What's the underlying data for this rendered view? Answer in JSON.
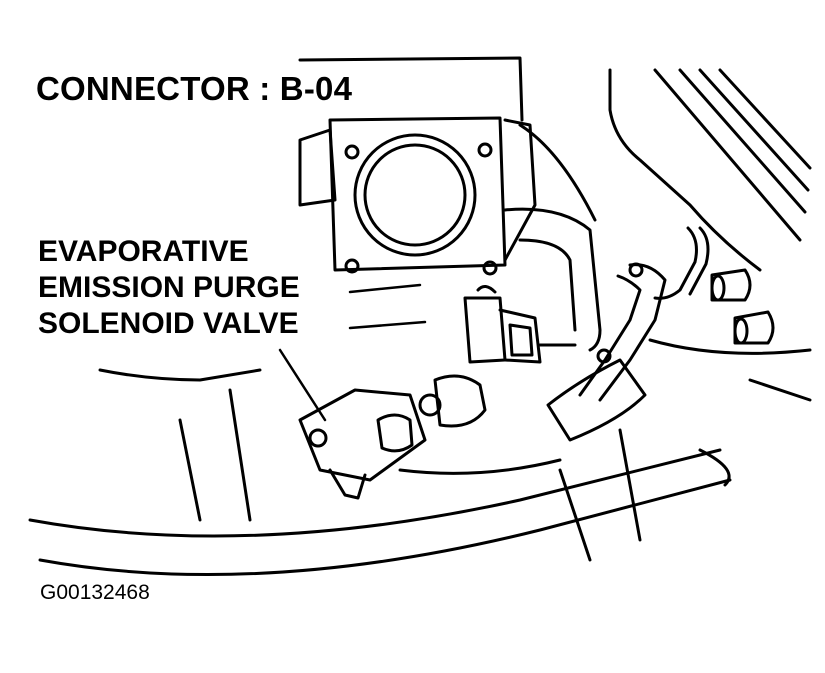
{
  "title": "CONNECTOR : B-04",
  "callout": {
    "lines": [
      "EVAPORATIVE",
      "EMISSION PURGE",
      "SOLENOID VALVE"
    ]
  },
  "figure_id": "G00132468",
  "colors": {
    "ink": "#000000",
    "paper": "#ffffff"
  }
}
